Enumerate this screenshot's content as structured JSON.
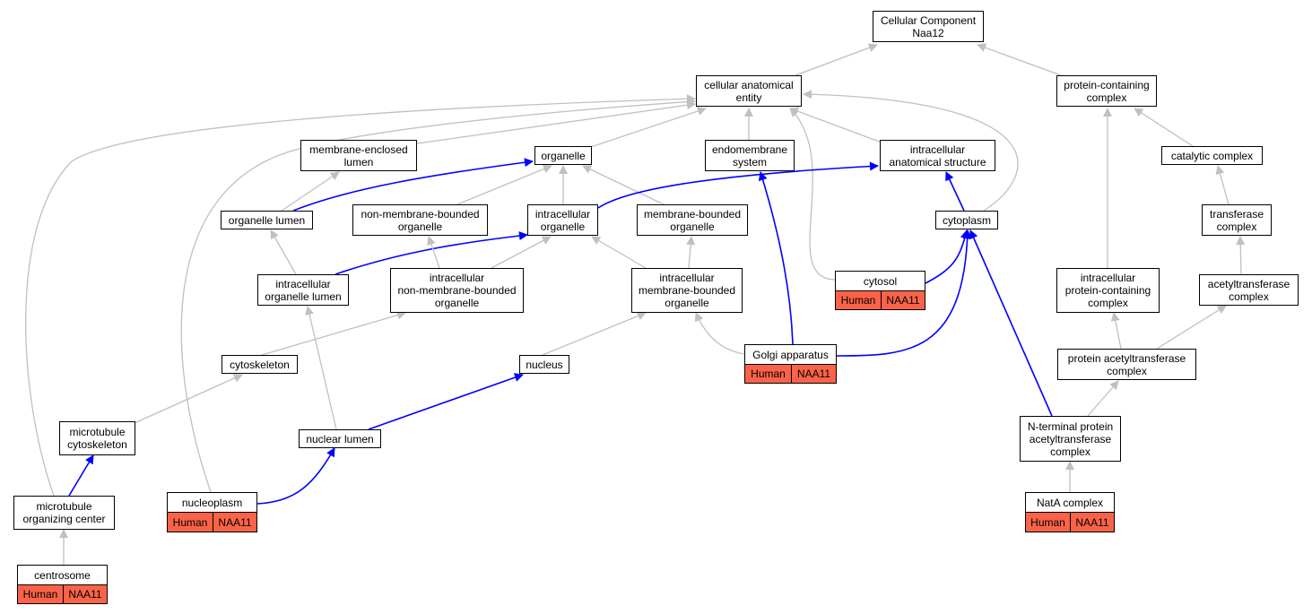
{
  "colors": {
    "is_a_edge": "#c0c0c0",
    "part_of_edge": "#0000ff",
    "annotation_fill": "#fa6348"
  },
  "nodes": {
    "root": "Cellular Component\nNaa12",
    "cae": "cellular anatomical\nentity",
    "pcc": "protein-containing\ncomplex",
    "mel": "membrane-enclosed\nlumen",
    "org": "organelle",
    "ems": "endomembrane\nsystem",
    "ias": "intracellular\nanatomical structure",
    "cat": "catalytic complex",
    "orglum": "organelle lumen",
    "nmbo": "non-membrane-bounded\norganelle",
    "io": "intracellular\norganelle",
    "mbo": "membrane-bounded\norganelle",
    "cyto": "cytoplasm",
    "trans": "transferase\ncomplex",
    "iol": "intracellular\norganelle lumen",
    "inmbo": "intracellular\nnon-membrane-bounded\norganelle",
    "imbo": "intracellular\nmembrane-bounded\norganelle",
    "cytosol": "cytosol",
    "ipcc": "intracellular\nprotein-containing\ncomplex",
    "acet": "acetyltransferase\ncomplex",
    "csk": "cytoskeleton",
    "nuc": "nucleus",
    "golgi": "Golgi apparatus",
    "pac": "protein acetyltransferase\ncomplex",
    "mtc": "microtubule\ncytoskeleton",
    "nlum": "nuclear lumen",
    "ntpac": "N-terminal protein\nacetyltransferase\ncomplex",
    "mtoc": "microtubule\norganizing center",
    "nucpl": "nucleoplasm",
    "nata": "NatA complex",
    "centro": "centrosome"
  },
  "annotations": {
    "cytosol": [
      "Human",
      "NAA11"
    ],
    "golgi": [
      "Human",
      "NAA11"
    ],
    "nucpl": [
      "Human",
      "NAA11"
    ],
    "nata": [
      "Human",
      "NAA11"
    ],
    "centro": [
      "Human",
      "NAA11"
    ]
  },
  "edges": [
    {
      "from": "cae",
      "to": "root",
      "type": "is_a"
    },
    {
      "from": "pcc",
      "to": "root",
      "type": "is_a"
    },
    {
      "from": "mel",
      "to": "cae",
      "type": "is_a"
    },
    {
      "from": "org",
      "to": "cae",
      "type": "is_a"
    },
    {
      "from": "ems",
      "to": "cae",
      "type": "is_a"
    },
    {
      "from": "ias",
      "to": "cae",
      "type": "is_a"
    },
    {
      "from": "cyto",
      "to": "cae",
      "type": "is_a"
    },
    {
      "from": "cytosol",
      "to": "cae",
      "type": "is_a"
    },
    {
      "from": "mtoc",
      "to": "cae",
      "type": "is_a"
    },
    {
      "from": "nucpl",
      "to": "cae",
      "type": "is_a"
    },
    {
      "from": "cat",
      "to": "pcc",
      "type": "is_a"
    },
    {
      "from": "ipcc",
      "to": "pcc",
      "type": "is_a"
    },
    {
      "from": "orglum",
      "to": "mel",
      "type": "is_a"
    },
    {
      "from": "orglum",
      "to": "org",
      "type": "part_of"
    },
    {
      "from": "nmbo",
      "to": "org",
      "type": "is_a"
    },
    {
      "from": "io",
      "to": "org",
      "type": "is_a"
    },
    {
      "from": "mbo",
      "to": "org",
      "type": "is_a"
    },
    {
      "from": "golgi",
      "to": "ems",
      "type": "part_of"
    },
    {
      "from": "io",
      "to": "ias",
      "type": "part_of"
    },
    {
      "from": "cyto",
      "to": "ias",
      "type": "part_of"
    },
    {
      "from": "trans",
      "to": "cat",
      "type": "is_a"
    },
    {
      "from": "iol",
      "to": "orglum",
      "type": "is_a"
    },
    {
      "from": "iol",
      "to": "io",
      "type": "part_of"
    },
    {
      "from": "inmbo",
      "to": "nmbo",
      "type": "is_a"
    },
    {
      "from": "inmbo",
      "to": "io",
      "type": "is_a"
    },
    {
      "from": "imbo",
      "to": "io",
      "type": "is_a"
    },
    {
      "from": "imbo",
      "to": "mbo",
      "type": "is_a"
    },
    {
      "from": "cytosol",
      "to": "cyto",
      "type": "part_of"
    },
    {
      "from": "golgi",
      "to": "cyto",
      "type": "part_of"
    },
    {
      "from": "ntpac",
      "to": "cyto",
      "type": "part_of"
    },
    {
      "from": "acet",
      "to": "trans",
      "type": "is_a"
    },
    {
      "from": "csk",
      "to": "inmbo",
      "type": "is_a"
    },
    {
      "from": "nlum",
      "to": "iol",
      "type": "is_a"
    },
    {
      "from": "nuc",
      "to": "imbo",
      "type": "is_a"
    },
    {
      "from": "golgi",
      "to": "imbo",
      "type": "is_a"
    },
    {
      "from": "pac",
      "to": "ipcc",
      "type": "is_a"
    },
    {
      "from": "pac",
      "to": "acet",
      "type": "is_a"
    },
    {
      "from": "mtc",
      "to": "csk",
      "type": "is_a"
    },
    {
      "from": "nlum",
      "to": "nuc",
      "type": "part_of"
    },
    {
      "from": "ntpac",
      "to": "pac",
      "type": "is_a"
    },
    {
      "from": "mtoc",
      "to": "mtc",
      "type": "part_of"
    },
    {
      "from": "nucpl",
      "to": "nlum",
      "type": "part_of"
    },
    {
      "from": "nata",
      "to": "ntpac",
      "type": "is_a"
    },
    {
      "from": "centro",
      "to": "mtoc",
      "type": "is_a"
    }
  ]
}
